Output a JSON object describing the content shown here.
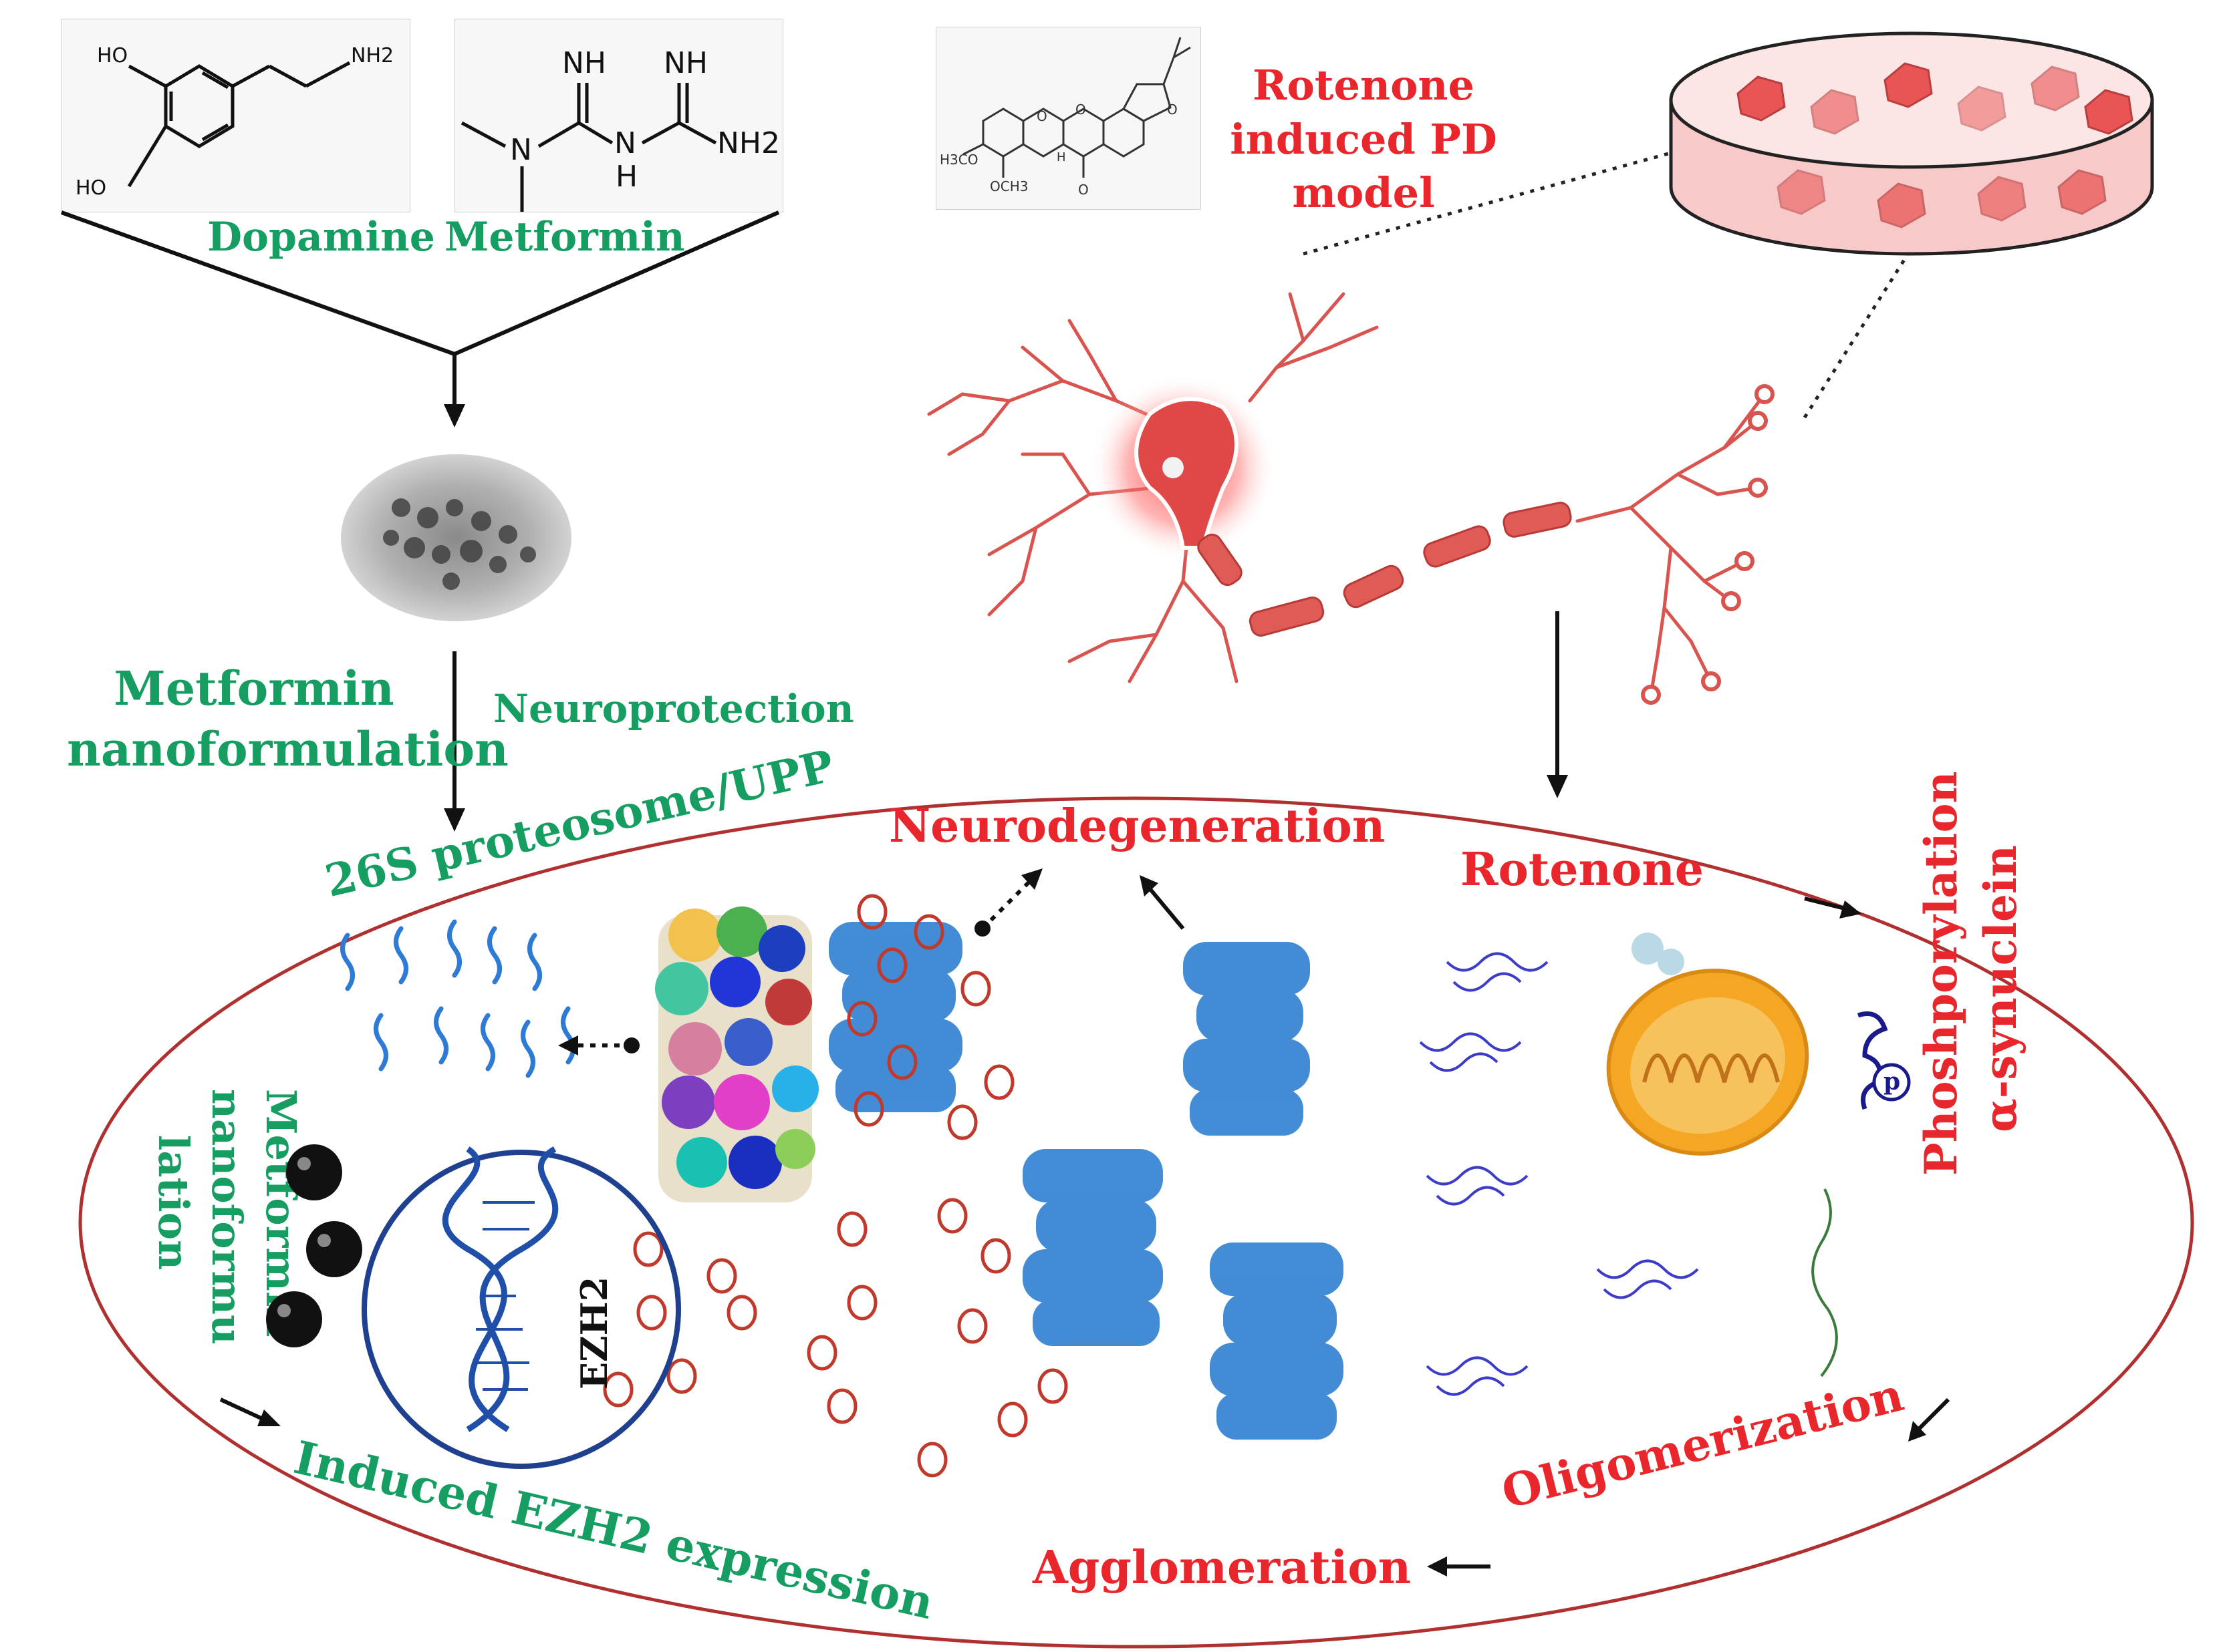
{
  "colors": {
    "green": "#169e62",
    "red": "#e8262b",
    "neuron": "#d9534f",
    "protein_blue": "#2f7fd1",
    "ellipse_border": "#b03030"
  },
  "structures": {
    "dopamine_atoms": {
      "ho_top": "HO",
      "ho_bottom": "HO",
      "nh2": "NH2"
    },
    "metformin_atoms": {
      "nh_a": "NH",
      "nh_b": "NH",
      "n": "N",
      "h": "H",
      "nh2": "NH2"
    },
    "rotenone_atoms": {
      "och3_a": "H3CO",
      "och3_b": "OCH3",
      "o1": "O",
      "o2": "O",
      "o3": "O",
      "o4": "O",
      "h": "H"
    }
  },
  "labels": {
    "dopamine": "Dopamine",
    "metformin": "Metformin",
    "rotenone_model": "Rotenone induced PD model",
    "metformin_nanoformulation": "Metformin nanoformulation",
    "neuroprotection": "Neuroprotection",
    "neurodegeneration": "Neurodegeneration",
    "proteosome": "26S proteosome/UPP",
    "rotenone": "Rotenone",
    "phosphorylation": "Phoshporylation α-synuclein",
    "oligomerization": "Oligomerization",
    "agglomeration": "Agglomeration",
    "induced_ezh2": "Induced EZH2 expression",
    "vertical_metformin": "Metformin nanoformu lation",
    "ezh2": "EZH2",
    "p": "p"
  }
}
